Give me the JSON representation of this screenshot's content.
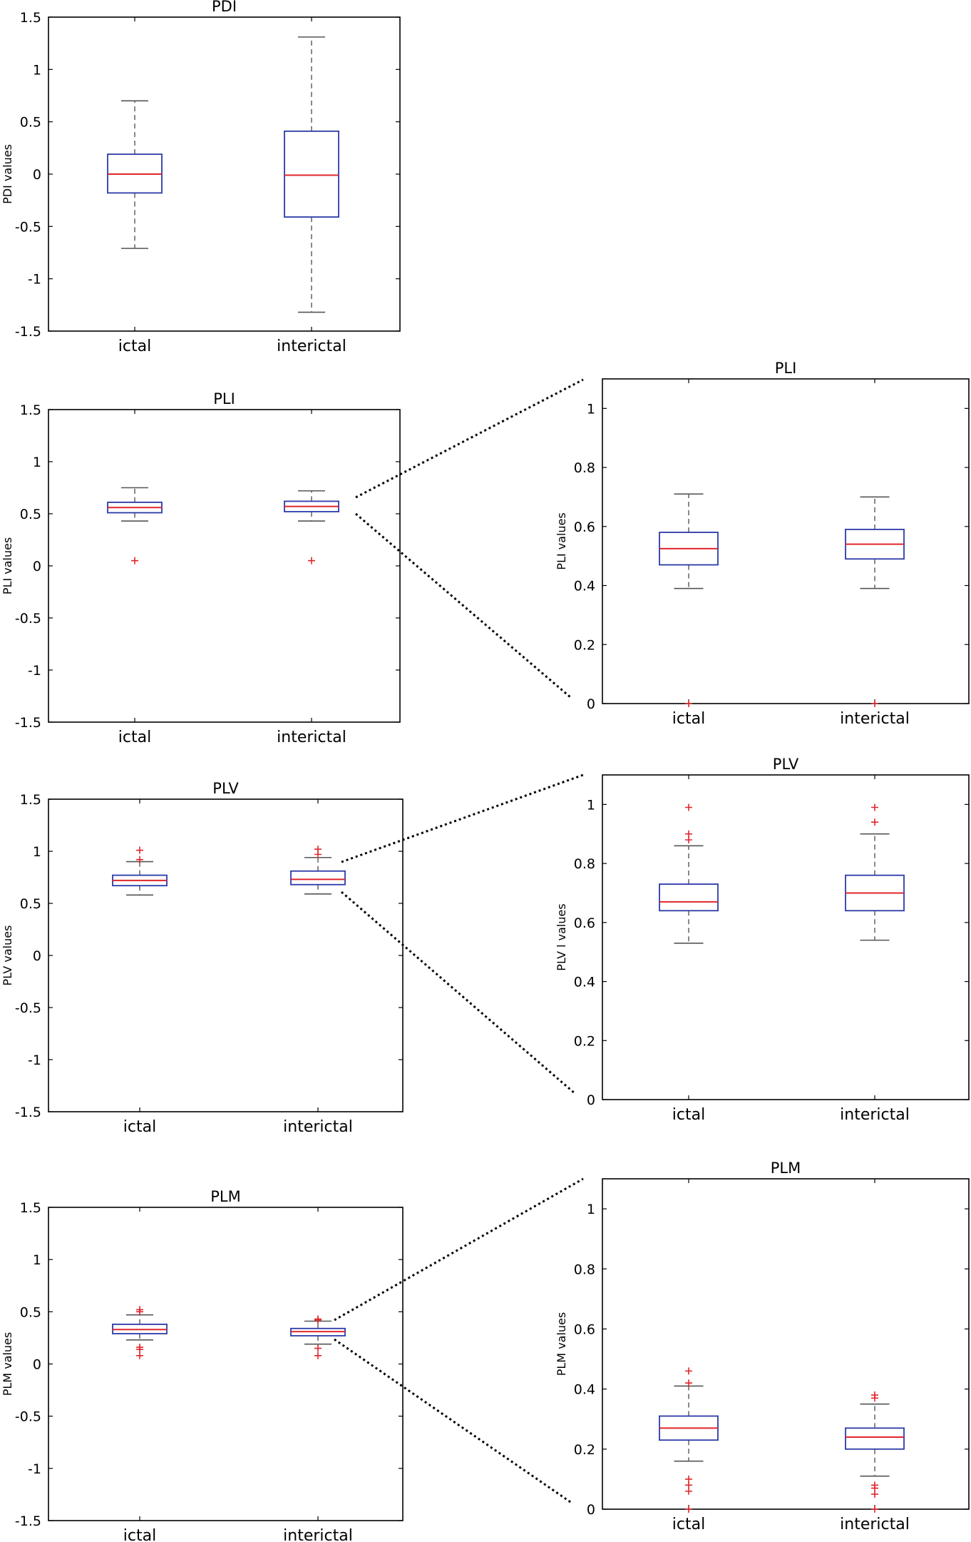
{
  "figure": {
    "colors": {
      "box": "#2b3aa8",
      "median": "#e0262b",
      "whisker": "#555555",
      "outlier": "#e0262b",
      "axes": "#000000",
      "connector": "#000000"
    }
  },
  "chart_data": [
    {
      "id": "pdi",
      "type": "box",
      "title": "PDI",
      "ylabel": "PDI values",
      "categories": [
        "ictal",
        "interictal"
      ],
      "ylim": [
        -1.5,
        1.5
      ],
      "yticks": [
        -1.5,
        -1,
        -0.5,
        0,
        0.5,
        1,
        1.5
      ],
      "ytick_labels": [
        "-1.5",
        "-1",
        "-0.5",
        "0",
        "0.5",
        "1",
        "1.5"
      ],
      "boxes": [
        {
          "category": "ictal",
          "whisker_low": -0.71,
          "q1": -0.18,
          "median": 0.0,
          "q3": 0.19,
          "whisker_high": 0.7,
          "outliers": []
        },
        {
          "category": "interictal",
          "whisker_low": -1.32,
          "q1": -0.41,
          "median": -0.01,
          "q3": 0.41,
          "whisker_high": 1.31,
          "outliers": []
        }
      ]
    },
    {
      "id": "pli",
      "type": "box",
      "title": "PLI",
      "ylabel": "PLI values",
      "categories": [
        "ictal",
        "interictal"
      ],
      "ylim": [
        -1.5,
        1.5
      ],
      "yticks": [
        -1.5,
        -1,
        -0.5,
        0,
        0.5,
        1,
        1.5
      ],
      "ytick_labels": [
        "-1.5",
        "-1",
        "-0.5",
        "0",
        "0.5",
        "1",
        "1.5"
      ],
      "boxes": [
        {
          "category": "ictal",
          "whisker_low": 0.43,
          "q1": 0.51,
          "median": 0.56,
          "q3": 0.61,
          "whisker_high": 0.75,
          "outliers": [
            0.05
          ]
        },
        {
          "category": "interictal",
          "whisker_low": 0.43,
          "q1": 0.52,
          "median": 0.57,
          "q3": 0.62,
          "whisker_high": 0.72,
          "outliers": [
            0.05
          ]
        }
      ]
    },
    {
      "id": "pli-zoom",
      "type": "box",
      "title": "PLI",
      "ylabel": "PLI values",
      "categories": [
        "ictal",
        "interictal"
      ],
      "ylim": [
        0,
        1.1
      ],
      "yticks": [
        0,
        0.2,
        0.4,
        0.6,
        0.8,
        1
      ],
      "ytick_labels": [
        "0",
        "0.2",
        "0.4",
        "0.6",
        "0.8",
        "1"
      ],
      "boxes": [
        {
          "category": "ictal",
          "whisker_low": 0.39,
          "q1": 0.47,
          "median": 0.525,
          "q3": 0.58,
          "whisker_high": 0.71,
          "outliers": [
            0
          ]
        },
        {
          "category": "interictal",
          "whisker_low": 0.39,
          "q1": 0.49,
          "median": 0.54,
          "q3": 0.59,
          "whisker_high": 0.7,
          "outliers": [
            0
          ]
        }
      ]
    },
    {
      "id": "plv",
      "type": "box",
      "title": "PLV",
      "ylabel": "PLV values",
      "categories": [
        "ictal",
        "interictal"
      ],
      "ylim": [
        -1.5,
        1.5
      ],
      "yticks": [
        -1.5,
        -1,
        -0.5,
        0,
        0.5,
        1,
        1.5
      ],
      "ytick_labels": [
        "-1.5",
        "-1",
        "-0.5",
        "0",
        "0.5",
        "1",
        "1.5"
      ],
      "boxes": [
        {
          "category": "ictal",
          "whisker_low": 0.58,
          "q1": 0.67,
          "median": 0.72,
          "q3": 0.77,
          "whisker_high": 0.9,
          "outliers": [
            0.92,
            1.01
          ]
        },
        {
          "category": "interictal",
          "whisker_low": 0.59,
          "q1": 0.68,
          "median": 0.73,
          "q3": 0.81,
          "whisker_high": 0.94,
          "outliers": [
            0.97,
            1.02
          ]
        }
      ]
    },
    {
      "id": "plv-zoom",
      "type": "box",
      "title": "PLV",
      "ylabel": "PLV l values",
      "categories": [
        "ictal",
        "interictal"
      ],
      "ylim": [
        0,
        1.1
      ],
      "yticks": [
        0,
        0.2,
        0.4,
        0.6,
        0.8,
        1
      ],
      "ytick_labels": [
        "0",
        "0.2",
        "0.4",
        "0.6",
        "0.8",
        "1"
      ],
      "boxes": [
        {
          "category": "ictal",
          "whisker_low": 0.53,
          "q1": 0.64,
          "median": 0.67,
          "q3": 0.73,
          "whisker_high": 0.86,
          "outliers": [
            0.88,
            0.9,
            0.99
          ]
        },
        {
          "category": "interictal",
          "whisker_low": 0.54,
          "q1": 0.64,
          "median": 0.7,
          "q3": 0.76,
          "whisker_high": 0.9,
          "outliers": [
            0.94,
            0.99
          ]
        }
      ]
    },
    {
      "id": "plm",
      "type": "box",
      "title": "PLM",
      "ylabel": "PLM values",
      "categories": [
        "ictal",
        "interictal"
      ],
      "ylim": [
        -1.5,
        1.5
      ],
      "yticks": [
        -1.5,
        -1,
        -0.5,
        0,
        0.5,
        1,
        1.5
      ],
      "ytick_labels": [
        "-1.5",
        "-1",
        "-0.5",
        "0",
        "0.5",
        "1",
        "1.5"
      ],
      "boxes": [
        {
          "category": "ictal",
          "whisker_low": 0.23,
          "q1": 0.29,
          "median": 0.33,
          "q3": 0.38,
          "whisker_high": 0.47,
          "outliers": [
            0.08,
            0.14,
            0.16,
            0.5,
            0.52
          ]
        },
        {
          "category": "interictal",
          "whisker_low": 0.19,
          "q1": 0.27,
          "median": 0.31,
          "q3": 0.34,
          "whisker_high": 0.41,
          "outliers": [
            0.08,
            0.15,
            0.42,
            0.43
          ]
        }
      ]
    },
    {
      "id": "plm-zoom",
      "type": "box",
      "title": "PLM",
      "ylabel": "PLM values",
      "categories": [
        "ictal",
        "interictal"
      ],
      "ylim": [
        0,
        1.1
      ],
      "yticks": [
        0,
        0.2,
        0.4,
        0.6,
        0.8,
        1
      ],
      "ytick_labels": [
        "0",
        "0.2",
        "0.4",
        "0.6",
        "0.8",
        "1"
      ],
      "boxes": [
        {
          "category": "ictal",
          "whisker_low": 0.16,
          "q1": 0.23,
          "median": 0.27,
          "q3": 0.31,
          "whisker_high": 0.41,
          "outliers": [
            0,
            0.06,
            0.08,
            0.1,
            0.42,
            0.46
          ]
        },
        {
          "category": "interictal",
          "whisker_low": 0.11,
          "q1": 0.2,
          "median": 0.24,
          "q3": 0.27,
          "whisker_high": 0.35,
          "outliers": [
            0,
            0.05,
            0.07,
            0.08,
            0.37,
            0.38
          ]
        }
      ]
    }
  ]
}
